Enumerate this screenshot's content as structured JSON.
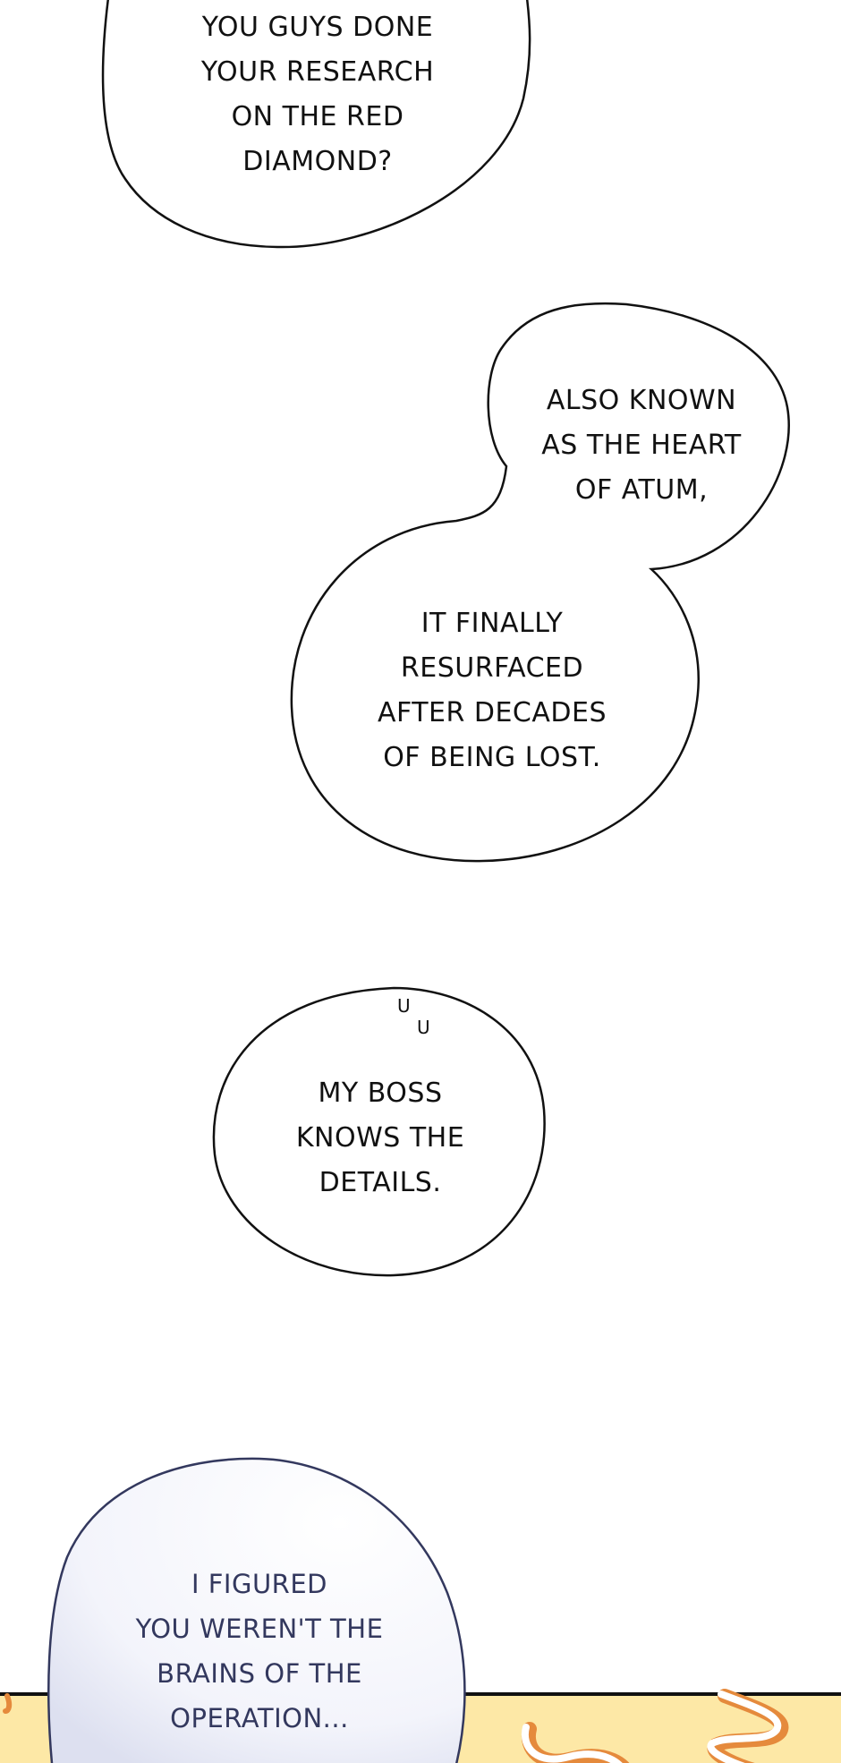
{
  "page": {
    "type": "webtoon-panel",
    "background_color": "#ffffff"
  },
  "bubbles": [
    {
      "id": "bubble-1",
      "lines": [
        "YOU GUYS DONE",
        "YOUR RESEARCH",
        "ON THE RED",
        "DIAMOND?"
      ],
      "text": "YOU GUYS DONE\nYOUR RESEARCH\nON THE RED\nDIAMOND?"
    },
    {
      "id": "bubble-2a",
      "lines": [
        "ALSO KNOWN",
        "AS THE HEART",
        "OF ATUM,"
      ],
      "text": "ALSO KNOWN\nAS THE HEART\nOF ATUM,"
    },
    {
      "id": "bubble-2b",
      "lines": [
        "IT FINALLY",
        "RESURFACED",
        "AFTER DECADES",
        "OF BEING LOST."
      ],
      "text": "IT FINALLY\nRESURFACED\nAFTER DECADES\nOF BEING LOST."
    },
    {
      "id": "bubble-3",
      "lines": [
        "MY BOSS",
        "KNOWS THE",
        "DETAILS."
      ],
      "text": "MY BOSS\nKNOWS THE\nDETAILS.",
      "sfx": "U U"
    },
    {
      "id": "bubble-4",
      "lines": [
        "I FIGURED",
        "YOU WEREN'T THE",
        "BRAINS OF THE",
        "OPERATION..."
      ],
      "text": "I FIGURED\nYOU WEREN'T THE\nBRAINS OF THE\nOPERATION...",
      "text_color": "#33385e",
      "outline_color": "#33385e"
    }
  ],
  "colors": {
    "outline": "#111111",
    "panel_yellow": "#fde8a6",
    "squiggle_orange": "#e58a3c"
  }
}
